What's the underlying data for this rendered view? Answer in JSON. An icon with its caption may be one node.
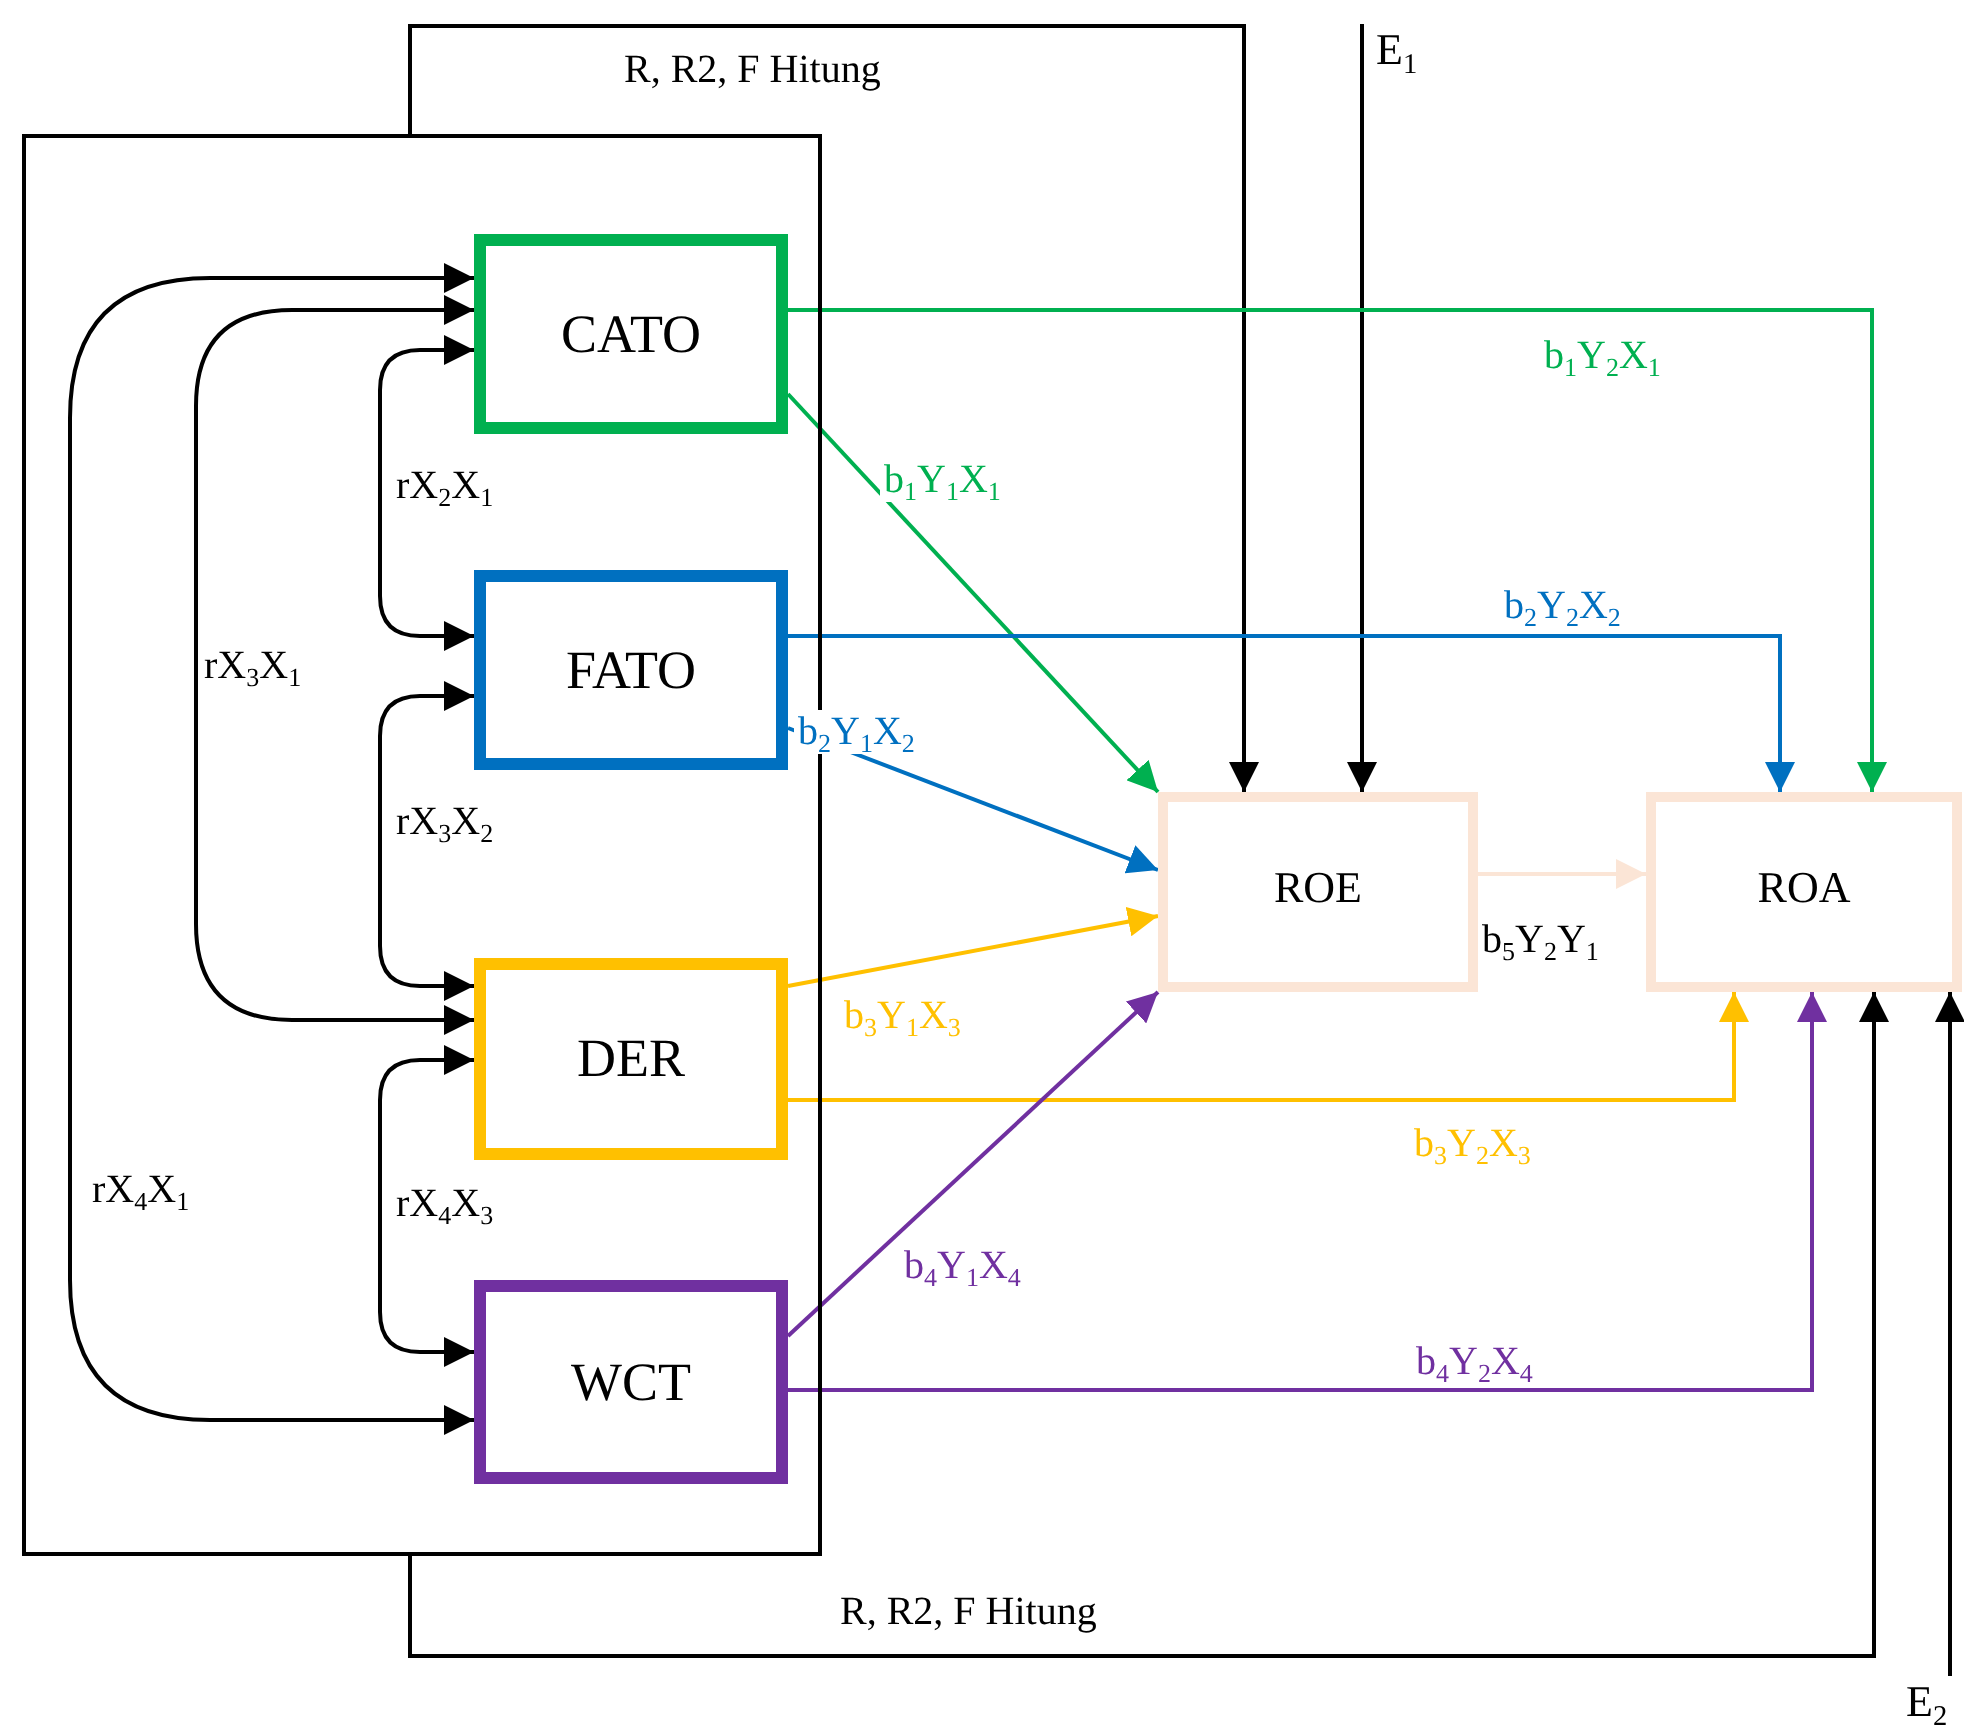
{
  "diagram": {
    "nodes": [
      {
        "text": [],
        "shape": "box"
      },
      {
        "text": [
          "CATO"
        ],
        "in": 0
      },
      {
        "text": [
          "FATO"
        ],
        "in": 0
      },
      {
        "text": [
          "DER"
        ],
        "in": 0
      },
      {
        "text": [
          "WCT"
        ],
        "in": 0
      },
      {
        "text": [
          "ROE"
        ]
      },
      {
        "text": [
          "ROA"
        ]
      },
      {
        "text": [
          "E$_{1}$"
        ]
      },
      {
        "text": [
          "E$_{2}$"
        ]
      }
    ],
    "edges": [
      {
        "from": 0,
        "to": 5,
        "arrow": "to",
        "label": "R, R2, F Hitung"
      },
      {
        "from": 7,
        "to": 5,
        "arrow": "to"
      },
      {
        "from": 1,
        "to": 2,
        "arrow": "both",
        "label": "rX$_{2}$X$_{1}$"
      },
      {
        "from": 1,
        "to": 3,
        "arrow": "both",
        "label": "rX$_{3}$X$_{1}$"
      },
      {
        "from": 1,
        "to": 4,
        "arrow": "both",
        "label": "rX$_{4}$X$_{1}$"
      },
      {
        "from": 2,
        "to": 3,
        "arrow": "both",
        "label": "rX$_{3}$X$_{2}$"
      },
      {
        "from": 3,
        "to": 4,
        "arrow": "both",
        "label": "rX$_{4}$X$_{3}$"
      },
      {
        "from": 1,
        "to": 6,
        "arrow": "to",
        "label": "b$_{1}$Y$_{2}$X$_{1}$",
        "color": "#00b050"
      },
      {
        "from": 1,
        "to": 5,
        "arrow": "to",
        "label": "b$_{1}$Y$_{1}$X$_{1}$",
        "color": "#00b050"
      },
      {
        "from": 2,
        "to": 6,
        "arrow": "to",
        "label": "b$_{2}$Y$_{2}$X$_{2}$",
        "color": "#0070c0"
      },
      {
        "from": 2,
        "to": 5,
        "arrow": "to",
        "label": "b$_{2}$Y$_{1}$X$_{2}$",
        "color": "#0070c0"
      },
      {
        "from": 3,
        "to": 5,
        "arrow": "to",
        "label": "b$_{3}$Y$_{1}$X$_{3}$",
        "color": "#ffc000"
      },
      {
        "from": 3,
        "to": 6,
        "arrow": "to",
        "label": "b$_{3}$Y$_{2}$X$_{3}$",
        "color": "#ffc000"
      },
      {
        "from": 4,
        "to": 5,
        "arrow": "to",
        "label": "b$_{4}$Y$_{1}$X$_{4}$",
        "color": "#7030a0"
      },
      {
        "from": 4,
        "to": 6,
        "arrow": "to",
        "label": "b$_{4}$Y$_{2}$X$_{4}$",
        "color": "#7030a0"
      },
      {
        "from": 5,
        "to": 6,
        "arrow": "to",
        "label": "b$_{5}$Y$_{2}$Y$_{1}$",
        "color": "#fbe5d6"
      },
      {
        "from": 0,
        "to": 6,
        "arrow": "to",
        "label": "R, R2, F Hitung"
      },
      {
        "from": 8,
        "to": 6,
        "arrow": "to"
      }
    ]
  }
}
